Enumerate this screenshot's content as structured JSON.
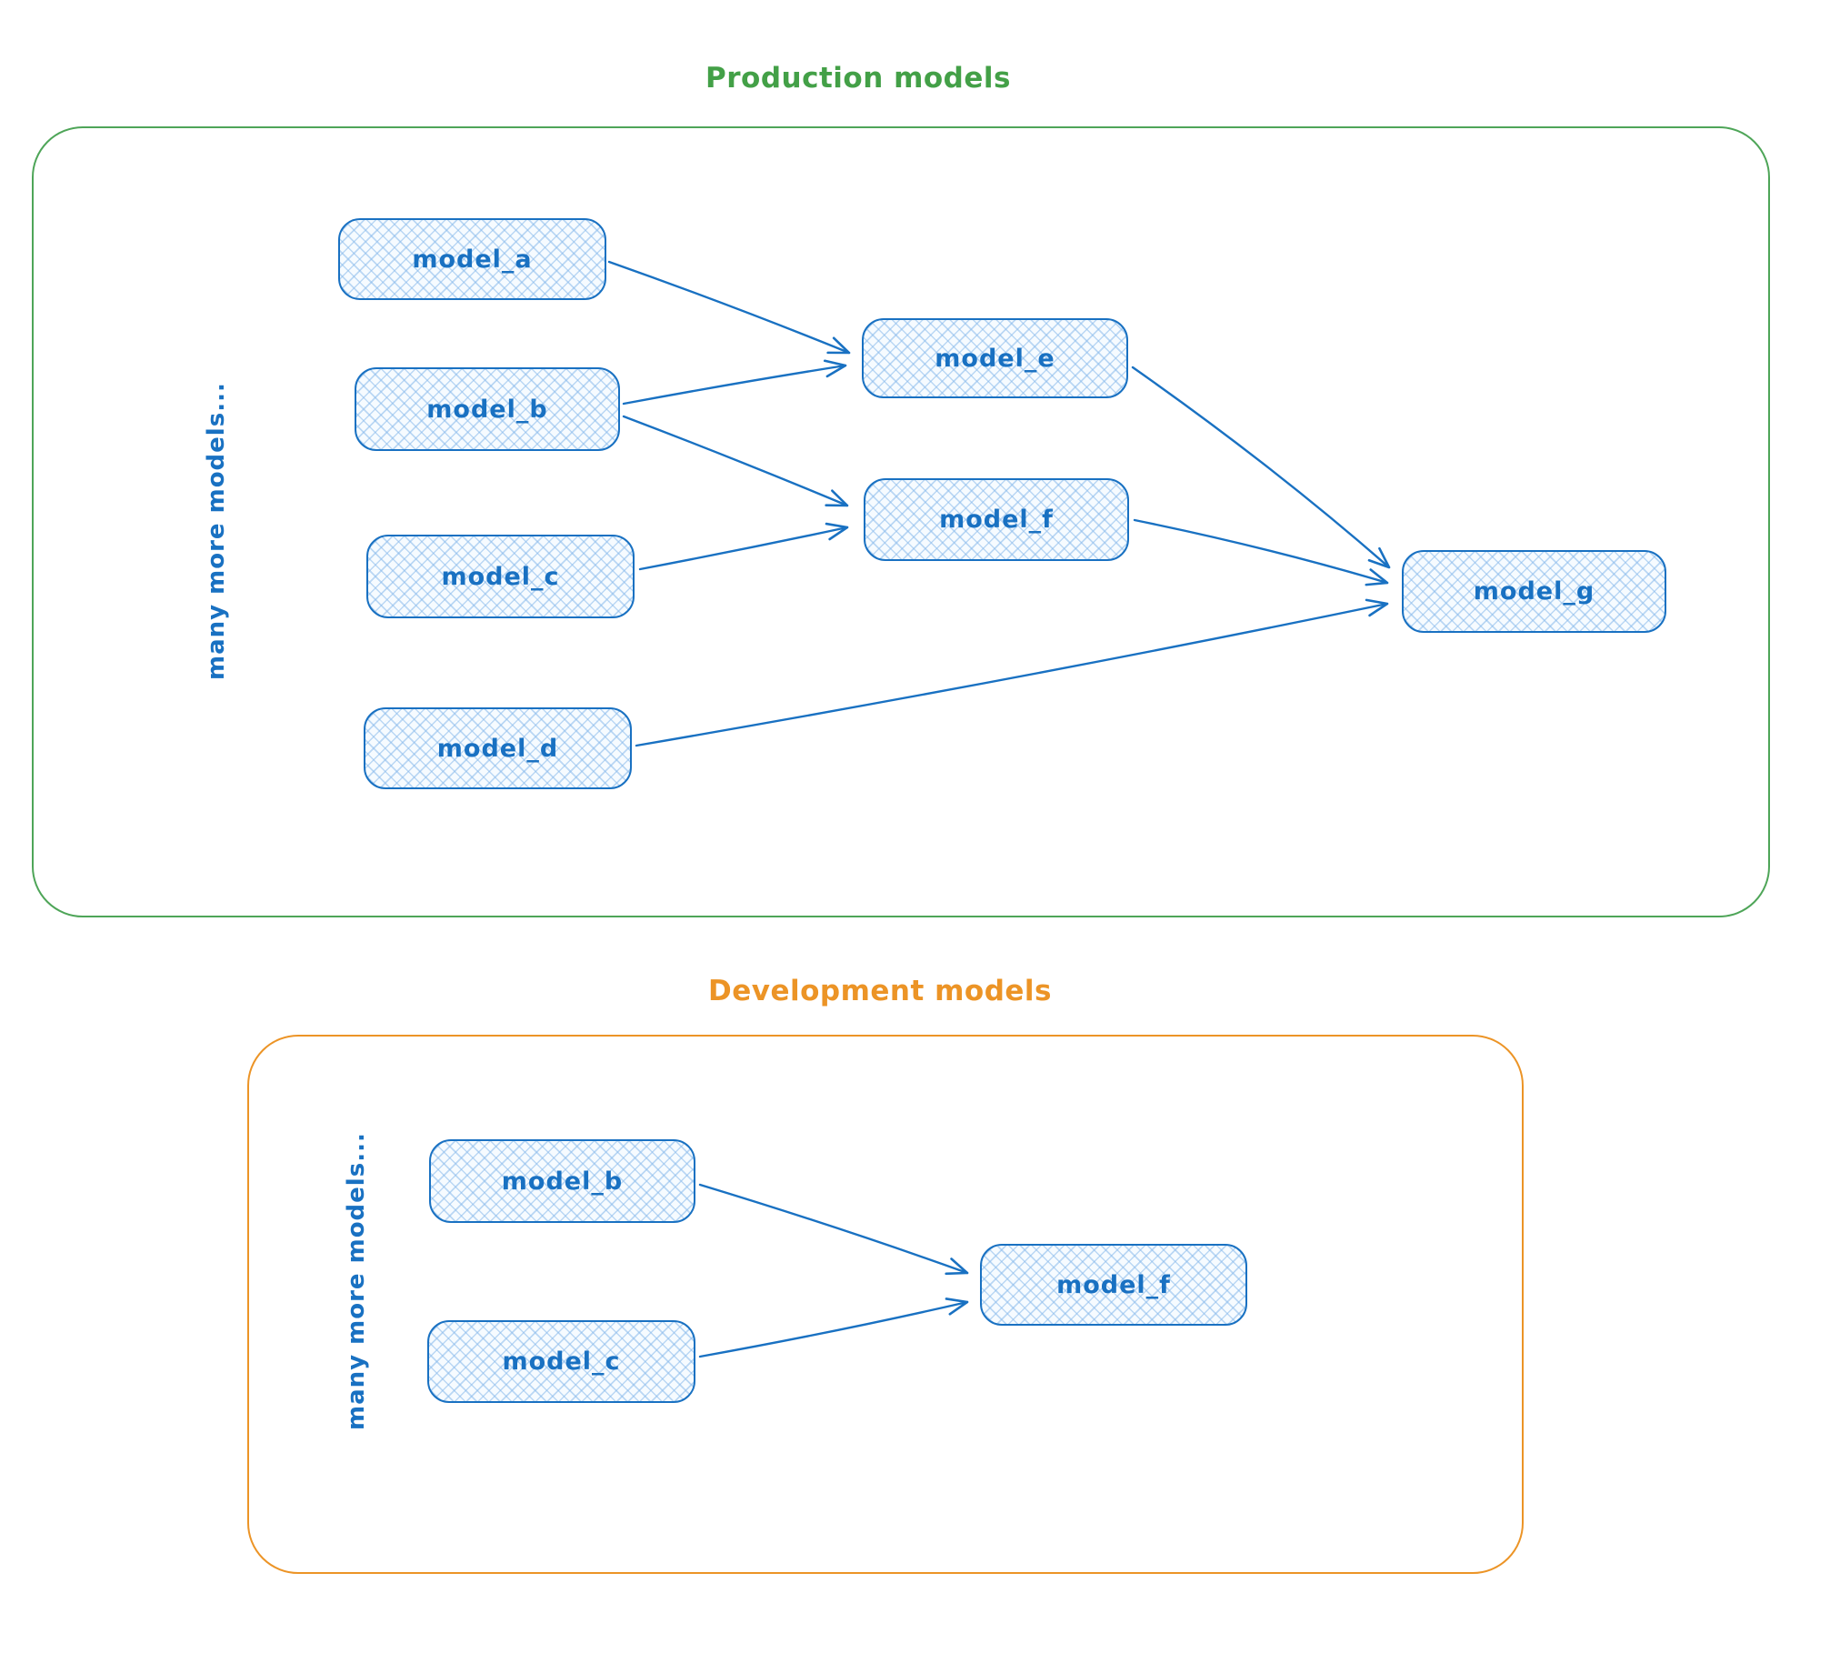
{
  "production": {
    "title": "Production models",
    "side_label": "many more models...",
    "node_labels": [
      "model_a",
      "model_b",
      "model_c",
      "model_d",
      "model_e",
      "model_f",
      "model_g"
    ],
    "edges": [
      {
        "from": "model_a",
        "to": "model_e"
      },
      {
        "from": "model_b",
        "to": "model_e"
      },
      {
        "from": "model_b",
        "to": "model_f"
      },
      {
        "from": "model_c",
        "to": "model_f"
      },
      {
        "from": "model_e",
        "to": "model_g"
      },
      {
        "from": "model_f",
        "to": "model_g"
      },
      {
        "from": "model_d",
        "to": "model_g"
      }
    ]
  },
  "development": {
    "title": "Development models",
    "side_label": "many more models...",
    "node_labels": [
      "model_b",
      "model_c",
      "model_f"
    ],
    "edges": [
      {
        "from": "model_b",
        "to": "model_f"
      },
      {
        "from": "model_c",
        "to": "model_f"
      }
    ]
  },
  "colors": {
    "production_accent": "#43a047",
    "development_accent": "#ec9426",
    "node_stroke": "#1971c2",
    "node_fill_hatch": "#cfe6fa"
  }
}
